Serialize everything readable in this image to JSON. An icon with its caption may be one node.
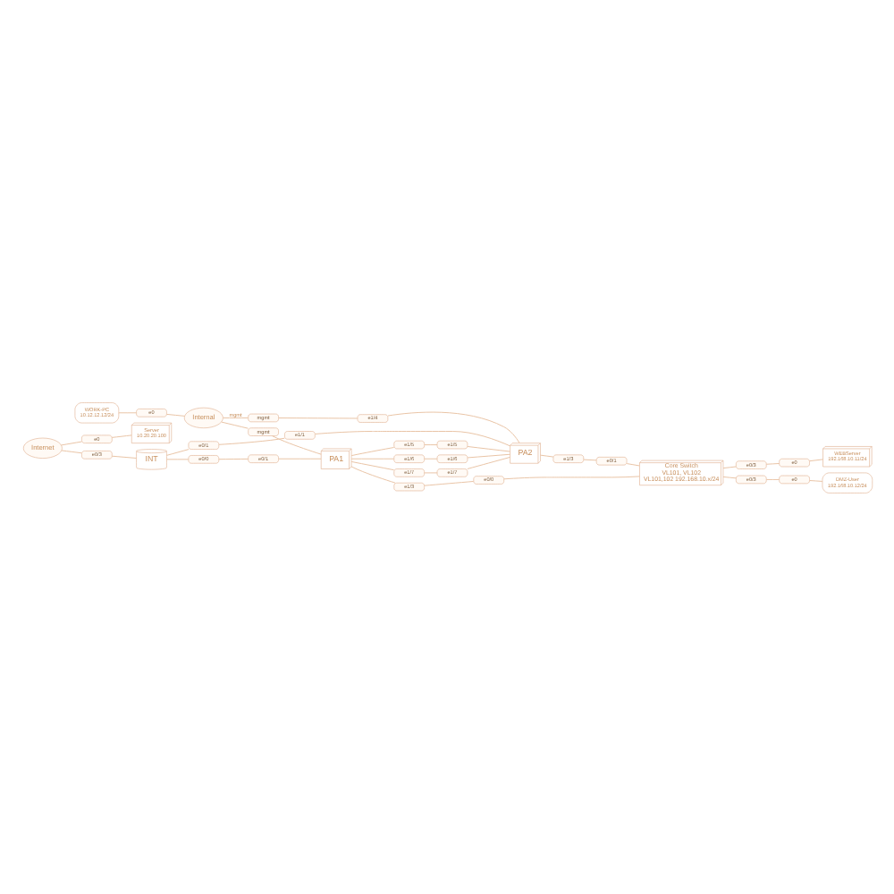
{
  "diagram": {
    "nodes": [
      {
        "text": [
          "Internal"
        ]
      },
      {
        "text": [
          "WORK-PC",
          "10.12.12.12/24"
        ]
      },
      {
        "text": [
          "e0"
        ]
      },
      {
        "text": [
          "mgmt"
        ]
      },
      {
        "text": [
          "mgmt"
        ]
      },
      {
        "text": [
          "PA1"
        ]
      },
      {
        "text": [
          "Core Switch",
          "VL101, VL102",
          "VL101,102 192.168.10.x/24"
        ]
      },
      {
        "text": [
          "WEBServer",
          "192.168.10.11/24"
        ]
      },
      {
        "text": [
          "e0"
        ]
      },
      {
        "text": [
          "Internet"
        ]
      },
      {
        "text": [
          "e0/3"
        ]
      },
      {
        "text": [
          "INT"
        ]
      },
      {
        "text": [
          "e0/0"
        ]
      },
      {
        "text": [
          "e0/1"
        ]
      },
      {
        "text": [
          "e1/3"
        ]
      },
      {
        "text": [
          "e0/0"
        ]
      },
      {
        "text": [
          "e0/3"
        ]
      },
      {
        "text": [
          "e1/5"
        ]
      },
      {
        "text": [
          "e1/6"
        ]
      },
      {
        "text": [
          "e1/7"
        ]
      },
      {
        "text": [
          "e0/1"
        ]
      },
      {
        "text": [
          "e1/1"
        ]
      },
      {
        "text": [
          "e1/4"
        ]
      },
      {
        "text": [
          "e1/5"
        ]
      },
      {
        "text": [
          "e1/6"
        ]
      },
      {
        "text": [
          "e1/7"
        ]
      },
      {
        "text": [
          "e1/3"
        ]
      },
      {
        "text": [
          "e0/1"
        ]
      },
      {
        "text": [
          "e0/3"
        ]
      },
      {
        "text": [
          "e0"
        ]
      },
      {
        "text": [
          "DMZ-User",
          "192.168.10.12/24"
        ]
      },
      {
        "text": [
          "e0"
        ]
      },
      {
        "text": [
          "Server",
          "10.20.20.100"
        ]
      },
      {
        "text": [
          "PA2"
        ]
      }
    ],
    "edges": [
      {
        "from": 1,
        "to": 2,
        "arrow": "none"
      },
      {
        "from": 2,
        "to": 0,
        "arrow": "none"
      },
      {
        "from": 0,
        "to": 3,
        "arrow": "none",
        "label": "mgmt"
      },
      {
        "from": 3,
        "to": 22,
        "arrow": "none"
      },
      {
        "from": 22,
        "to": 33,
        "arrow": "none"
      },
      {
        "from": 0,
        "to": 4,
        "arrow": "none"
      },
      {
        "from": 4,
        "to": 5,
        "arrow": "none"
      },
      {
        "from": 11,
        "to": 12,
        "arrow": "none"
      },
      {
        "from": 12,
        "to": 13,
        "arrow": "none"
      },
      {
        "from": 13,
        "to": 5,
        "arrow": "none"
      },
      {
        "from": 11,
        "to": 20,
        "arrow": "none"
      },
      {
        "from": 20,
        "to": 21,
        "arrow": "none"
      },
      {
        "from": 21,
        "to": 33,
        "arrow": "none"
      },
      {
        "from": 9,
        "to": 10,
        "arrow": "none"
      },
      {
        "from": 10,
        "to": 11,
        "arrow": "none"
      },
      {
        "from": 9,
        "to": 31,
        "arrow": "none"
      },
      {
        "from": 31,
        "to": 32,
        "arrow": "none"
      },
      {
        "from": 5,
        "to": 14,
        "arrow": "none"
      },
      {
        "from": 14,
        "to": 15,
        "arrow": "none"
      },
      {
        "from": 15,
        "to": 6,
        "arrow": "none"
      },
      {
        "from": 33,
        "to": 26,
        "arrow": "none"
      },
      {
        "from": 26,
        "to": 27,
        "arrow": "none"
      },
      {
        "from": 27,
        "to": 6,
        "arrow": "none"
      },
      {
        "from": 6,
        "to": 16,
        "arrow": "none"
      },
      {
        "from": 16,
        "to": 8,
        "arrow": "none"
      },
      {
        "from": 8,
        "to": 7,
        "arrow": "none"
      },
      {
        "from": 6,
        "to": 28,
        "arrow": "none"
      },
      {
        "from": 28,
        "to": 29,
        "arrow": "none"
      },
      {
        "from": 29,
        "to": 30,
        "arrow": "none"
      },
      {
        "from": 5,
        "to": 17,
        "arrow": "none"
      },
      {
        "from": 17,
        "to": 23,
        "arrow": "none"
      },
      {
        "from": 23,
        "to": 33,
        "arrow": "none"
      },
      {
        "from": 5,
        "to": 18,
        "arrow": "none"
      },
      {
        "from": 18,
        "to": 24,
        "arrow": "none"
      },
      {
        "from": 24,
        "to": 33,
        "arrow": "none"
      },
      {
        "from": 5,
        "to": 19,
        "arrow": "none"
      },
      {
        "from": 19,
        "to": 25,
        "arrow": "none"
      },
      {
        "from": 25,
        "to": 33,
        "arrow": "none"
      }
    ]
  }
}
